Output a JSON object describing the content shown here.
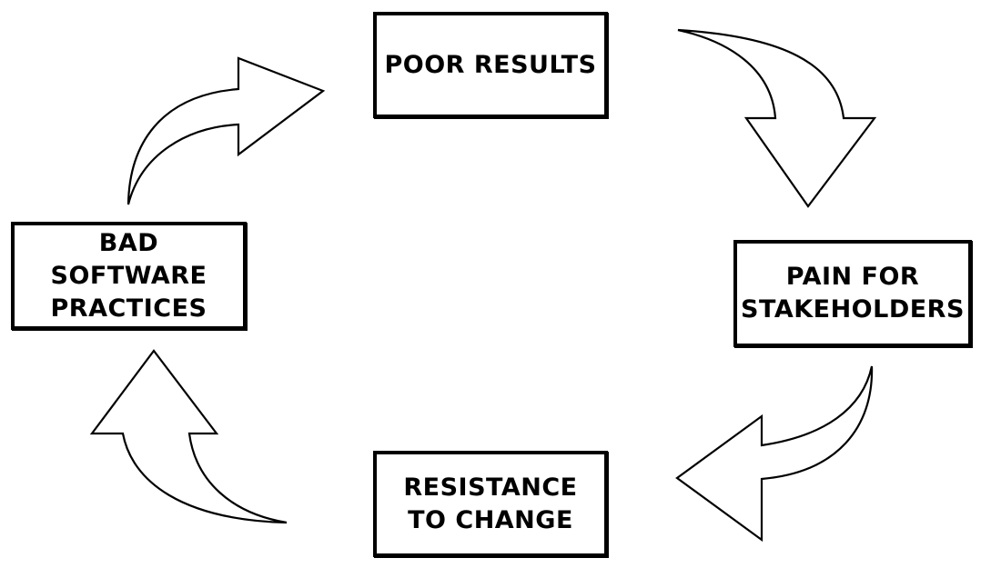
{
  "nodes": {
    "poor_results": {
      "line1": "POOR RESULTS"
    },
    "pain_for_stakeholders": {
      "line1": "PAIN FOR",
      "line2": "STAKEHOLDERS"
    },
    "resistance_to_change": {
      "line1": "RESISTANCE",
      "line2": "TO CHANGE"
    },
    "bad_software_practices": {
      "line1": "BAD",
      "line2": "SOFTWARE",
      "line3": "PRACTICES"
    }
  },
  "colors": {
    "stroke": "#000000",
    "fill": "#ffffff",
    "background": "#ffffff"
  }
}
